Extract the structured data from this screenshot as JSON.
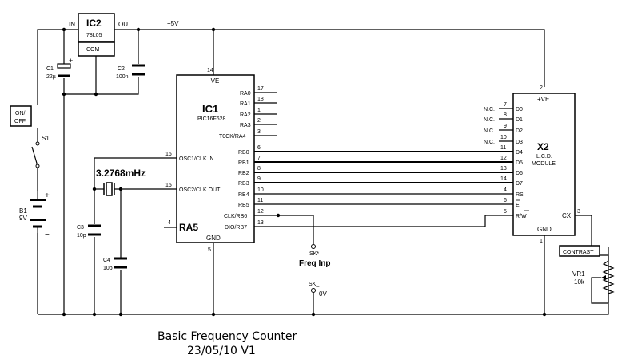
{
  "ic2": {
    "name": "IC2",
    "part": "78L05",
    "in": "IN",
    "out": "OUT",
    "com": "COM"
  },
  "rail": {
    "plus5v": "+5V"
  },
  "ic1": {
    "name": "IC1",
    "part": "PIC16F628",
    "ve": "+VE",
    "gnd": "GND",
    "ra": [
      {
        "label": "RA0",
        "pin": "17"
      },
      {
        "label": "RA1",
        "pin": "18"
      },
      {
        "label": "RA2",
        "pin": "1"
      },
      {
        "label": "RA3",
        "pin": "2"
      },
      {
        "label": "T0CK/RA4",
        "pin": "3"
      }
    ],
    "rb": [
      {
        "label": "RB0",
        "pin": "6"
      },
      {
        "label": "RB1",
        "pin": "7"
      },
      {
        "label": "RB2",
        "pin": "8"
      },
      {
        "label": "RB3",
        "pin": "9"
      },
      {
        "label": "RB4",
        "pin": "10"
      },
      {
        "label": "RB5",
        "pin": "11"
      },
      {
        "label": "CLK/RB6",
        "pin": "12"
      },
      {
        "label": "DIO/RB7",
        "pin": "13"
      }
    ],
    "osc1": {
      "label": "OSC1/CLK IN",
      "pin": "16"
    },
    "osc2": {
      "label": "OSC2/CLK OUT",
      "pin": "15"
    },
    "ra5": {
      "label": "RA5",
      "pin": "4"
    },
    "pin_ve": "14",
    "pin_gnd": "5"
  },
  "lcd": {
    "name": "X2",
    "line1": "L.C.D.",
    "line2": "MODULE",
    "ve": "+VE",
    "gnd": "GND",
    "cx": "CX",
    "pins": [
      {
        "nc": "N.C.",
        "label": "D0",
        "pin": "7"
      },
      {
        "nc": "N.C.",
        "label": "D1",
        "pin": "8"
      },
      {
        "nc": "N.C.",
        "label": "D2",
        "pin": "9"
      },
      {
        "nc": "N.C.",
        "label": "D3",
        "pin": "10"
      },
      {
        "nc": "",
        "label": "D4",
        "pin": "11"
      },
      {
        "nc": "",
        "label": "D5",
        "pin": "12"
      },
      {
        "nc": "",
        "label": "D6",
        "pin": "13"
      },
      {
        "nc": "",
        "label": "D7",
        "pin": "14"
      },
      {
        "nc": "",
        "label": "RS",
        "pin": "4"
      },
      {
        "nc": "",
        "label": "E",
        "pin": "6"
      },
      {
        "nc": "",
        "label": "R/W",
        "pin": "5"
      }
    ],
    "pin_ve": "2",
    "pin_gnd": "1",
    "pin_cx": "3"
  },
  "c1": {
    "name": "C1",
    "value": "22µ",
    "plus": "+"
  },
  "c2": {
    "name": "C2",
    "value": "100n"
  },
  "c3": {
    "name": "C3",
    "value": "10p"
  },
  "c4": {
    "name": "C4",
    "value": "10p"
  },
  "crystal": {
    "value": "3.2768mHz"
  },
  "switch": {
    "label_on": "ON/",
    "label_off": "OFF",
    "name": "S1"
  },
  "battery": {
    "name": "B1",
    "value": "9V",
    "plus": "+",
    "minus": "−"
  },
  "sk_freq": {
    "name": "SK*",
    "label": "Freq Inp"
  },
  "sk_gnd": {
    "name": "SK_",
    "label": "0V"
  },
  "vr1": {
    "name": "VR1",
    "value": "10k",
    "box_label": "CONTRAST"
  },
  "footer": {
    "title": "Basic Frequency Counter",
    "version": "23/05/10 V1"
  }
}
